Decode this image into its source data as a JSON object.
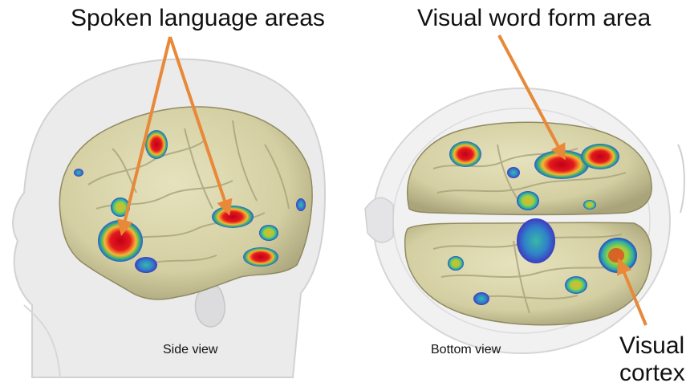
{
  "labels": {
    "spoken_language_areas": "Spoken language areas",
    "visual_word_form_area": "Visual word form area",
    "side_view": "Side view",
    "bottom_view": "Bottom view",
    "visual_cortex_line1": "Visual",
    "visual_cortex_line2": "cortex"
  },
  "colors": {
    "arrow": "#e8893a",
    "brain": "#d9d4a9",
    "activation_peak": "#d7191c",
    "activation_mid": "#f1c232",
    "activation_low": "#2c7bb6",
    "head": "#e9e9ea"
  }
}
